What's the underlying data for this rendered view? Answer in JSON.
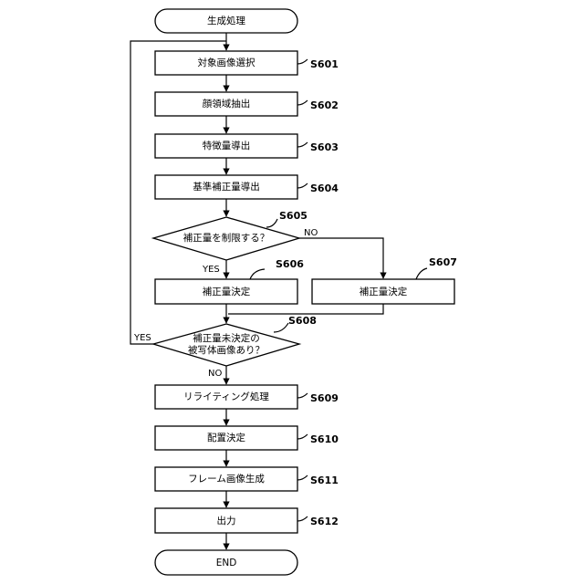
{
  "start_label": "生成処理",
  "end_label": "END",
  "steps": [
    {
      "id": "S601",
      "label": "対象画像選択"
    },
    {
      "id": "S602",
      "label": "顔領域抽出"
    },
    {
      "id": "S603",
      "label": "特徴量導出"
    },
    {
      "id": "S604",
      "label": "基準補正量導出"
    },
    {
      "id": "S606",
      "label": "補正量決定"
    },
    {
      "id": "S607",
      "label": "補正量決定"
    },
    {
      "id": "S609",
      "label": "リライティング処理"
    },
    {
      "id": "S610",
      "label": "配置決定"
    },
    {
      "id": "S611",
      "label": "フレーム画像生成"
    },
    {
      "id": "S612",
      "label": "出力"
    }
  ],
  "decisions": [
    {
      "id": "S605",
      "lines": [
        "補正量を制限する？"
      ],
      "yes": "YES",
      "no": "NO"
    },
    {
      "id": "S608",
      "lines": [
        "補正量未決定の",
        "被写体画像あり？"
      ],
      "yes": "YES",
      "no": "NO"
    }
  ]
}
